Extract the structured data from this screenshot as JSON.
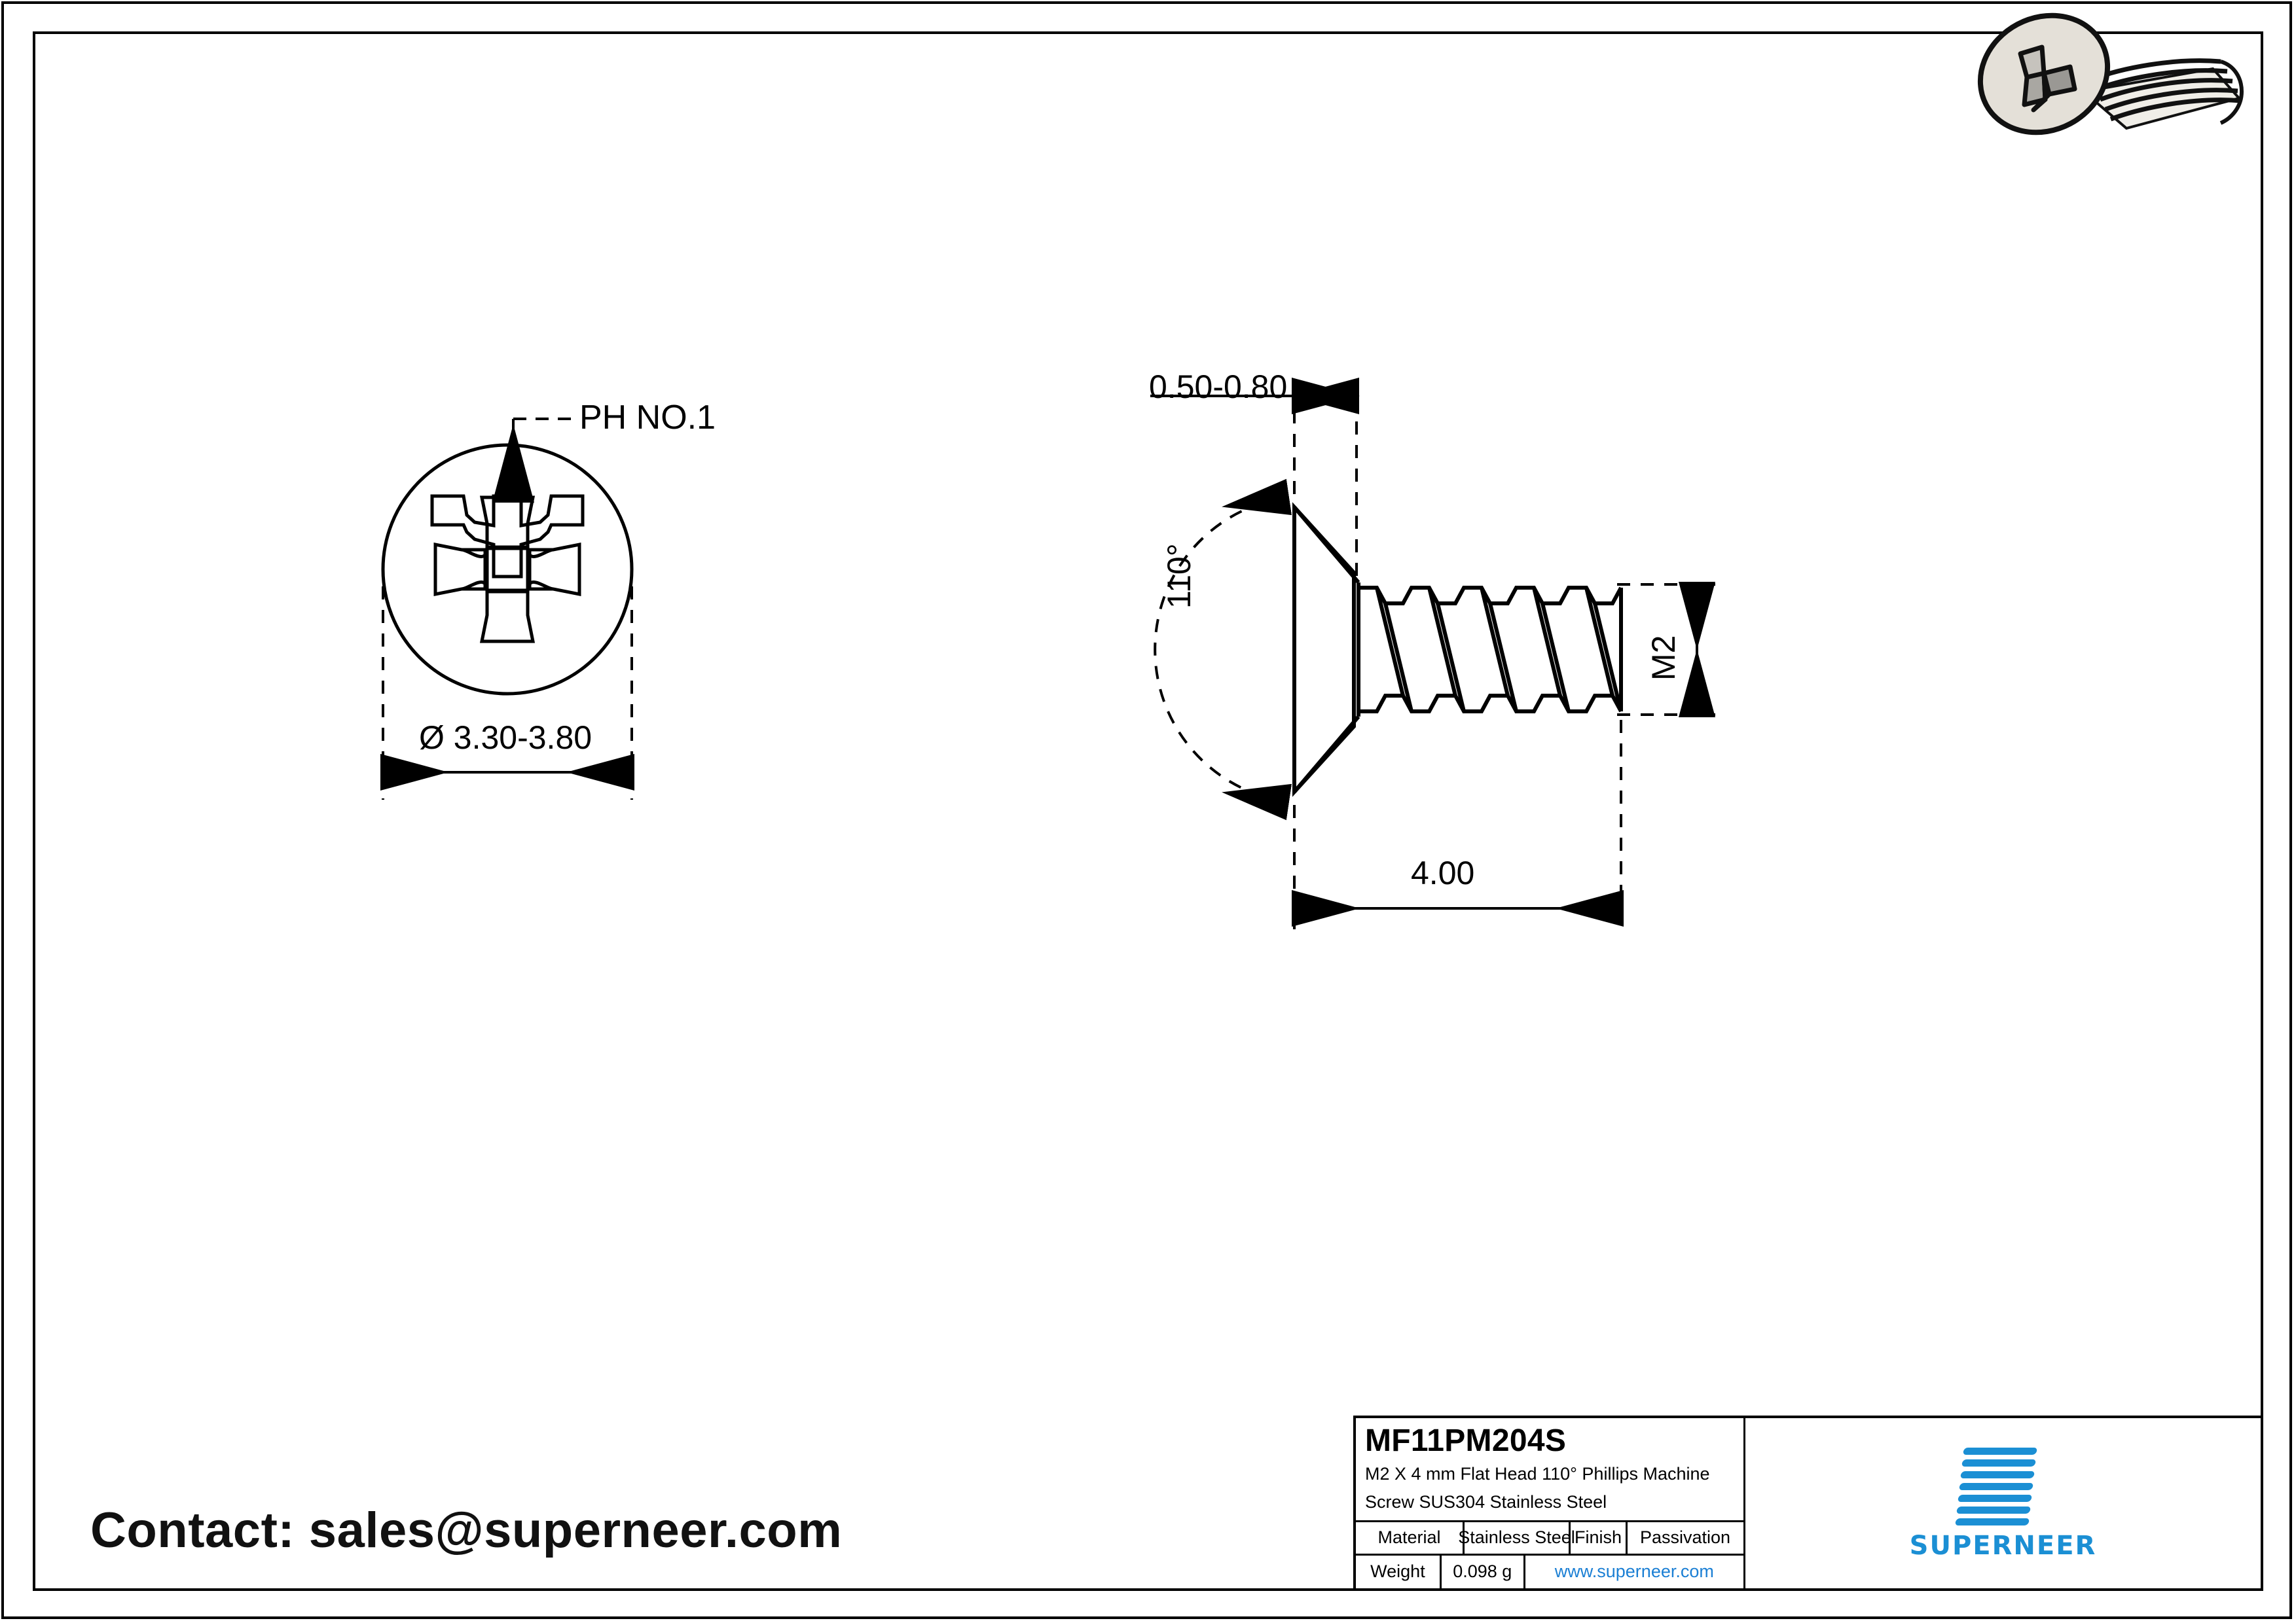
{
  "sheet": {
    "background_color": "#ffffff",
    "line_color": "#000000"
  },
  "drawing": {
    "top_view": {
      "name": "screw-head-top-view",
      "callout_label": "PH NO.1",
      "diameter_dimension": "Ø 3.30-3.80",
      "recess_type": "phillips-cross"
    },
    "side_view": {
      "name": "screw-side-view",
      "head_thickness_dimension": "0.50-0.80",
      "head_angle_dimension": "110°",
      "length_dimension": "4.00",
      "thread_dimension": "M2"
    }
  },
  "render_3d": {
    "name": "screw-3d-render",
    "head_color": "#e4e0d8",
    "recess_color": "#9a9894",
    "outline_color": "#000000"
  },
  "contact": {
    "text": "Contact: sales@superneer.com"
  },
  "title_block": {
    "part_number": "MF11PM204S",
    "description_line1": "M2 X 4 mm  Flat Head 110° Phillips Machine",
    "description_line2": "Screw SUS304 Stainless Steel",
    "rows": [
      {
        "label": "Material",
        "value": "Stainless Steel",
        "label2": "Finish",
        "value2": "Passivation"
      },
      {
        "label": "Weight",
        "value": "0.098 g",
        "website": "www.superneer.com"
      }
    ]
  },
  "brand": {
    "name": "SUPERNEER",
    "color": "#1b8fd4",
    "mark_bar_count": 7
  }
}
